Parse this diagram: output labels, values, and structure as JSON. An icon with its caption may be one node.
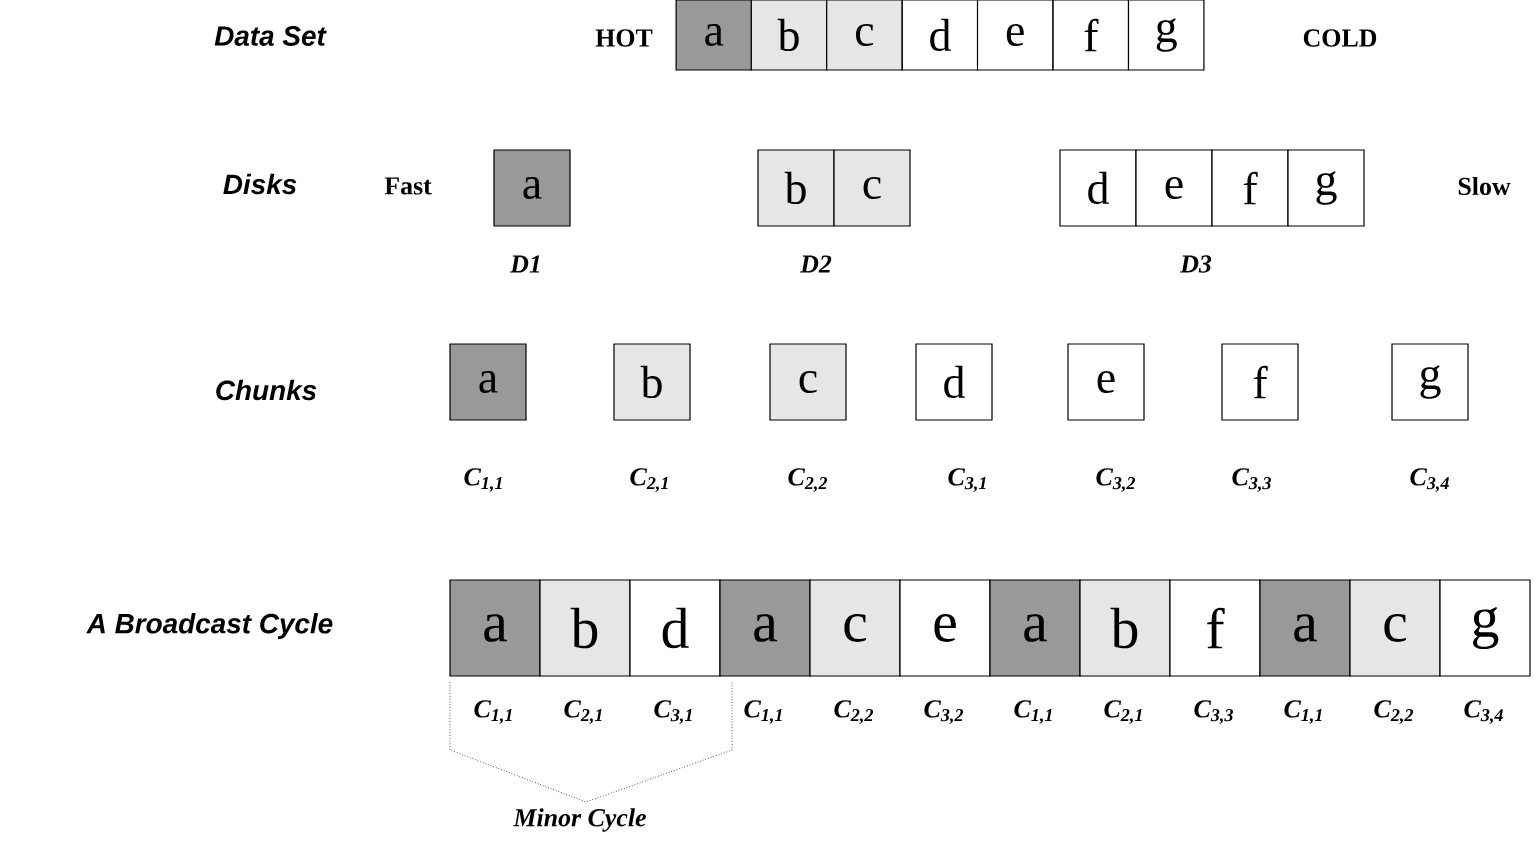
{
  "diagram": {
    "nodes": [
      {
        "text": [
          "a"
        ]
      },
      {
        "text": [
          "b"
        ]
      },
      {
        "text": [
          "c"
        ]
      },
      {
        "text": [
          "d"
        ]
      },
      {
        "text": [
          "e"
        ]
      },
      {
        "text": [
          "f"
        ]
      },
      {
        "text": [
          "g"
        ]
      },
      {
        "text": [
          "a"
        ]
      },
      {
        "text": [
          "b"
        ]
      },
      {
        "text": [
          "c"
        ]
      },
      {
        "text": [
          "d"
        ]
      },
      {
        "text": [
          "e"
        ]
      },
      {
        "text": [
          "f"
        ]
      },
      {
        "text": [
          "g"
        ]
      },
      {
        "text": [
          "a"
        ]
      },
      {
        "text": [
          "b"
        ]
      },
      {
        "text": [
          "c"
        ]
      },
      {
        "text": [
          "d"
        ]
      },
      {
        "text": [
          "e"
        ]
      },
      {
        "text": [
          "f"
        ]
      },
      {
        "text": [
          "g"
        ]
      },
      {
        "text": [
          "a"
        ]
      },
      {
        "text": [
          "b"
        ]
      },
      {
        "text": [
          "d"
        ]
      },
      {
        "text": [
          "a"
        ]
      },
      {
        "text": [
          "c"
        ]
      },
      {
        "text": [
          "e"
        ]
      },
      {
        "text": [
          "a"
        ]
      },
      {
        "text": [
          "b"
        ]
      },
      {
        "text": [
          "f"
        ]
      },
      {
        "text": [
          "a"
        ]
      },
      {
        "text": [
          "c"
        ]
      },
      {
        "text": [
          "g"
        ]
      }
    ],
    "labels": [
      "Data Set",
      "HOT",
      "COLD",
      "Disks",
      "Fast",
      "Slow",
      "D1",
      "D2",
      "D3",
      "Chunks",
      "C$_{1,1}$",
      "C$_{2,1}$",
      "C$_{2,2}$",
      "C$_{3,1}$",
      "C$_{3,2}$",
      "C$_{3,3}$",
      "C$_{3,4}$",
      "A Broadcast Cycle",
      "C$_{1,1}$",
      "C$_{2,1}$",
      "C$_{3,1}$",
      "C$_{1,1}$",
      "C$_{2,2}$",
      "C$_{3,2}$",
      "C$_{1,1}$",
      "C$_{2,1}$",
      "C$_{3,3}$",
      "C$_{1,1}$",
      "C$_{2,2}$",
      "C$_{3,4}$",
      "Minor Cycle"
    ]
  }
}
